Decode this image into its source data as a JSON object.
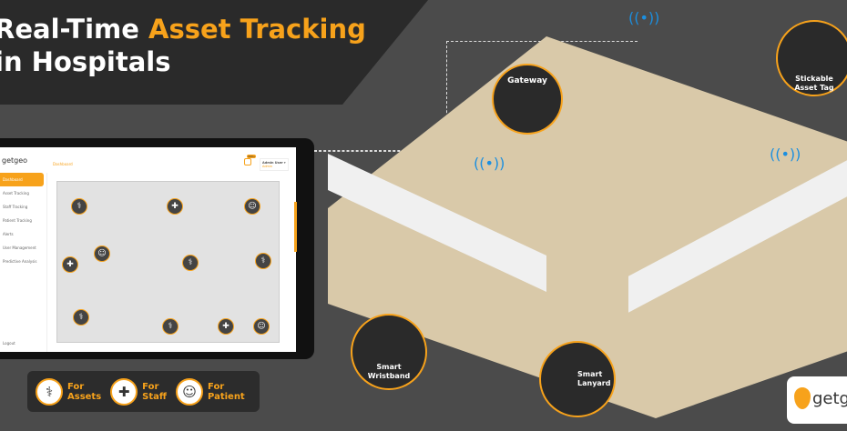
{
  "header": {
    "title_line1_prefix": "Real-Time ",
    "title_line1_highlight": "Asset Tracking",
    "title_line2": "in Hospitals"
  },
  "dashboard": {
    "logo": "getgeo",
    "page_title": "Dashboard",
    "notification_badge": "999+",
    "user_name": "Admin User",
    "user_role": "Admin",
    "sidebar": [
      {
        "label": "Dashboard",
        "active": true
      },
      {
        "label": "Asset Tracking"
      },
      {
        "label": "Staff Tracking"
      },
      {
        "label": "Patient Tracking"
      },
      {
        "label": "Alerts"
      },
      {
        "label": "User Management"
      },
      {
        "label": "Predictive Analysis"
      }
    ],
    "logout": "Logout",
    "markers": [
      "iv-stand-icon",
      "nurse-icon",
      "patient-icon",
      "patient-icon",
      "nurse-icon",
      "iv-stand-icon",
      "iv-stand-icon",
      "iv-stand-icon",
      "iv-stand-icon",
      "nurse-icon",
      "patient-icon"
    ]
  },
  "legend": [
    {
      "line1": "For",
      "line2": "Assets",
      "icon": "iv-stand-icon"
    },
    {
      "line1": "For",
      "line2": "Staff",
      "icon": "nurse-icon"
    },
    {
      "line1": "For",
      "line2": "Patient",
      "icon": "patient-icon"
    }
  ],
  "callouts": {
    "gateway": "Gateway",
    "asset_tag": "Stickable Asset Tag",
    "wristband": "Smart Wristband",
    "lanyard": "Smart Lanyard"
  },
  "brand_logo": "getgeo",
  "colors": {
    "accent": "#f7a21b",
    "dark": "#2a2a2a",
    "background": "#4b4b4b",
    "wifi": "#1b8fe0"
  }
}
